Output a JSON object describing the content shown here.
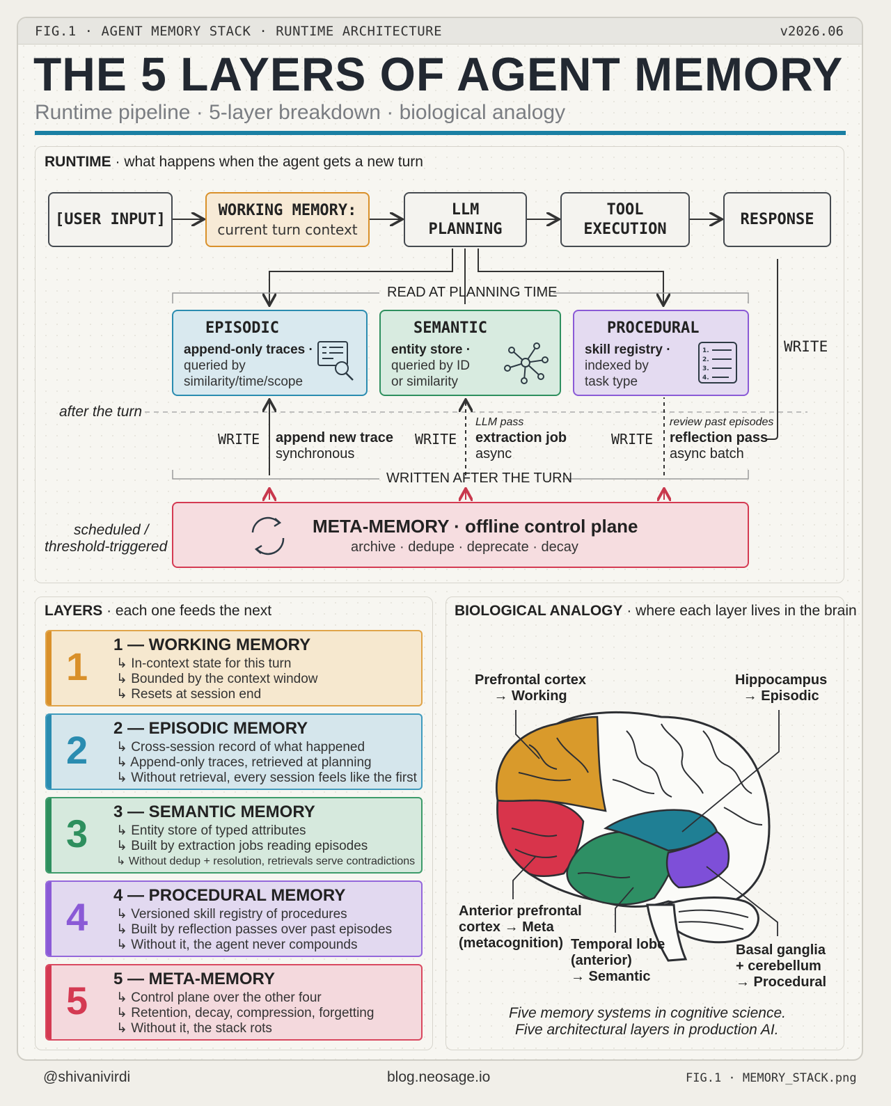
{
  "header": {
    "fig_tag": "FIG.1 · AGENT MEMORY STACK · RUNTIME ARCHITECTURE",
    "version": "v2026.06",
    "title": "THE 5 LAYERS OF AGENT MEMORY",
    "subtitle": "Runtime pipeline · 5-layer breakdown · biological analogy"
  },
  "runtime": {
    "label_bold": "RUNTIME",
    "label_rest": " · what happens when the agent gets a new turn",
    "pipeline": {
      "user_input": "[USER INPUT]",
      "working_title": "WORKING MEMORY:",
      "working_sub": "current turn context",
      "llm_line1": "LLM",
      "llm_line2": "PLANNING",
      "tool_line1": "TOOL",
      "tool_line2": "EXECUTION",
      "response": "RESPONSE"
    },
    "read_label": "READ AT PLANNING TIME",
    "written_label": "WRITTEN AFTER THE TURN",
    "after_turn": "after the turn",
    "write_right": "WRITE",
    "stores": {
      "episodic": {
        "title": "EPISODIC",
        "l1": "append-only traces ·",
        "l2": "queried by",
        "l3": "similarity/time/scope"
      },
      "semantic": {
        "title": "SEMANTIC",
        "l1": "entity store ·",
        "l2": "queried by ID",
        "l3": "or similarity"
      },
      "procedural": {
        "title": "PROCEDURAL",
        "l1": "skill registry ·",
        "l2": "indexed by",
        "l3": "task type"
      }
    },
    "writes": {
      "episodic": {
        "write": "WRITE",
        "bold": "append new trace",
        "sub": "synchronous"
      },
      "semantic": {
        "write": "WRITE",
        "note": "LLM pass",
        "bold": "extraction job",
        "sub": "async"
      },
      "procedural": {
        "write": "WRITE",
        "note": "review past episodes",
        "bold": "reflection pass",
        "sub": "async batch"
      }
    },
    "meta": {
      "side1": "scheduled /",
      "side2": "threshold-triggered",
      "title": "META-MEMORY · offline control plane",
      "sub": "archive · dedupe · deprecate · decay"
    }
  },
  "layers": {
    "label_bold": "LAYERS",
    "label_rest": " · each one feeds the next",
    "items": [
      {
        "num": "1",
        "title": "1 — WORKING MEMORY",
        "lines": [
          "↳ In-context state for this turn",
          "↳ Bounded by the context window",
          "↳ Resets at session end"
        ]
      },
      {
        "num": "2",
        "title": "2 — EPISODIC MEMORY",
        "lines": [
          "↳ Cross-session record of what happened",
          "↳ Append-only traces, retrieved at planning",
          "↳ Without retrieval, every session feels like the first"
        ]
      },
      {
        "num": "3",
        "title": "3 — SEMANTIC MEMORY",
        "lines": [
          "↳ Entity store of typed attributes",
          "↳ Built by extraction jobs reading episodes",
          "↳ Without dedup + resolution, retrievals serve contradictions"
        ]
      },
      {
        "num": "4",
        "title": "4 — PROCEDURAL MEMORY",
        "lines": [
          "↳ Versioned skill registry of procedures",
          "↳ Built by reflection passes over past episodes",
          "↳ Without it, the agent never compounds"
        ]
      },
      {
        "num": "5",
        "title": "5 — META-MEMORY",
        "lines": [
          "↳ Control plane over the other four",
          "↳ Retention, decay, compression, forgetting",
          "↳ Without it, the stack rots"
        ]
      }
    ]
  },
  "bio": {
    "label_bold": "BIOLOGICAL ANALOGY",
    "label_rest": " · where each layer lives in the brain",
    "prefrontal": [
      "Prefrontal cortex",
      "→ Working"
    ],
    "hippocampus": [
      "Hippocampus",
      "→ Episodic"
    ],
    "anterior": [
      "Anterior prefrontal",
      "cortex → Meta",
      "(metacognition)"
    ],
    "temporal": [
      "Temporal lobe",
      "(anterior)",
      "→ Semantic"
    ],
    "basal": [
      "Basal ganglia",
      "+ cerebellum",
      "→ Procedural"
    ],
    "caption1": "Five memory systems in cognitive science.",
    "caption2": "Five architectural layers in production AI."
  },
  "footer": {
    "handle": "@shivanivirdi",
    "site": "blog.neosage.io",
    "file": "FIG.1 · MEMORY_STACK.png"
  },
  "colors": {
    "accent_rule": "#1a7fa3",
    "working": "#d9902a",
    "episodic": "#2a8cb0",
    "semantic": "#2e8f5e",
    "procedural": "#8a5ad6",
    "meta": "#d43a52"
  }
}
